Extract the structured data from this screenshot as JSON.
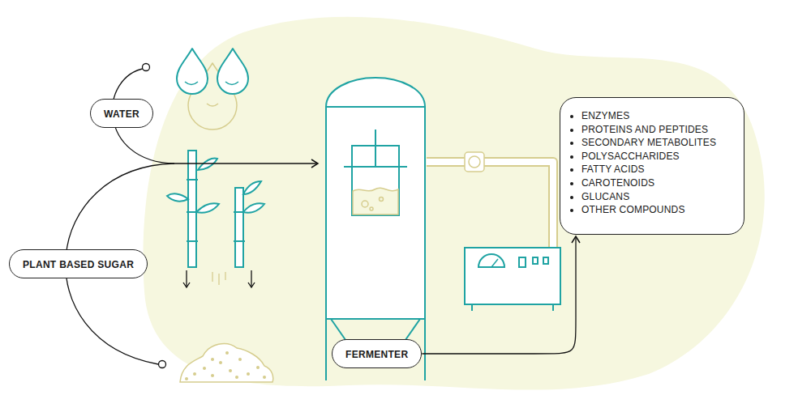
{
  "diagram": {
    "nodes": [
      {
        "text": [
          "WATER"
        ]
      },
      {
        "text": [
          "PLANT BASED SUGAR"
        ]
      },
      {
        "text": [
          "FERMENTER"
        ]
      },
      {
        "text": [
          "ENZYMES",
          "PROTEINS AND PEPTIDES",
          "SECONDARY METABOLITES",
          "POLYSACCHARIDES",
          "FATTY ACIDS",
          "CAROTENOIDS",
          "GLUCANS",
          "OTHER COMPOUNDS"
        ]
      }
    ],
    "edges": [
      {
        "from": 2,
        "to": 3,
        "arrow": "to"
      }
    ]
  }
}
